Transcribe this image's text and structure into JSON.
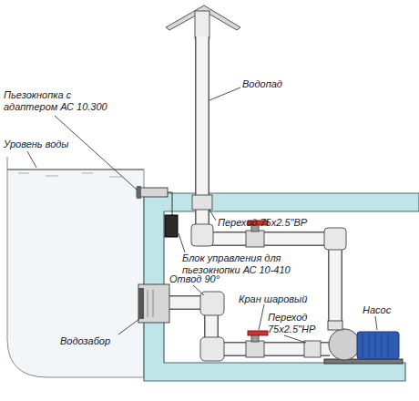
{
  "diagram": {
    "labels": [
      "Водопад",
      "Пьезокнопка с адаптером АС 10.300",
      "Уровень воды",
      "Переход 75х2.5\"ВР",
      "Блок управления для пьезокнопки АС 10-410",
      "Отвод 90°",
      "Кран шаровый",
      "Переход 75х2.5\"НР",
      "Насос",
      "Водозабор"
    ]
  }
}
